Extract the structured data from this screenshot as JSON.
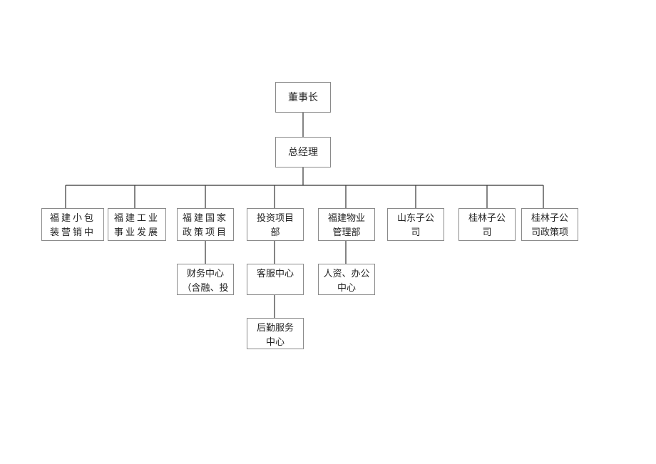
{
  "org_chart": {
    "chairman": "董事长",
    "general_manager": "总经理",
    "departments": [
      {
        "line1": "福建小包",
        "line2": "装营销中"
      },
      {
        "line1": "福建工业",
        "line2": "事业发展"
      },
      {
        "line1": "福建国家",
        "line2": "政策项目"
      },
      {
        "line1": "投资项目",
        "line2": "部"
      },
      {
        "line1": "福建物业",
        "line2": "管理部"
      },
      {
        "line1": "山东子公",
        "line2": "司"
      },
      {
        "line1": "桂林子公",
        "line2": "司"
      },
      {
        "line1": "桂林子公",
        "line2": "司政策项"
      }
    ],
    "sub_units": {
      "finance_center": {
        "line1": "财务中心",
        "line2": "（含融、投"
      },
      "customer_service": {
        "line1": "客服中心",
        "line2": ""
      },
      "logistics": {
        "line1": "后勤服务",
        "line2": "中心"
      },
      "hr_office": {
        "line1": "人资、办公",
        "line2": "中心"
      }
    }
  }
}
